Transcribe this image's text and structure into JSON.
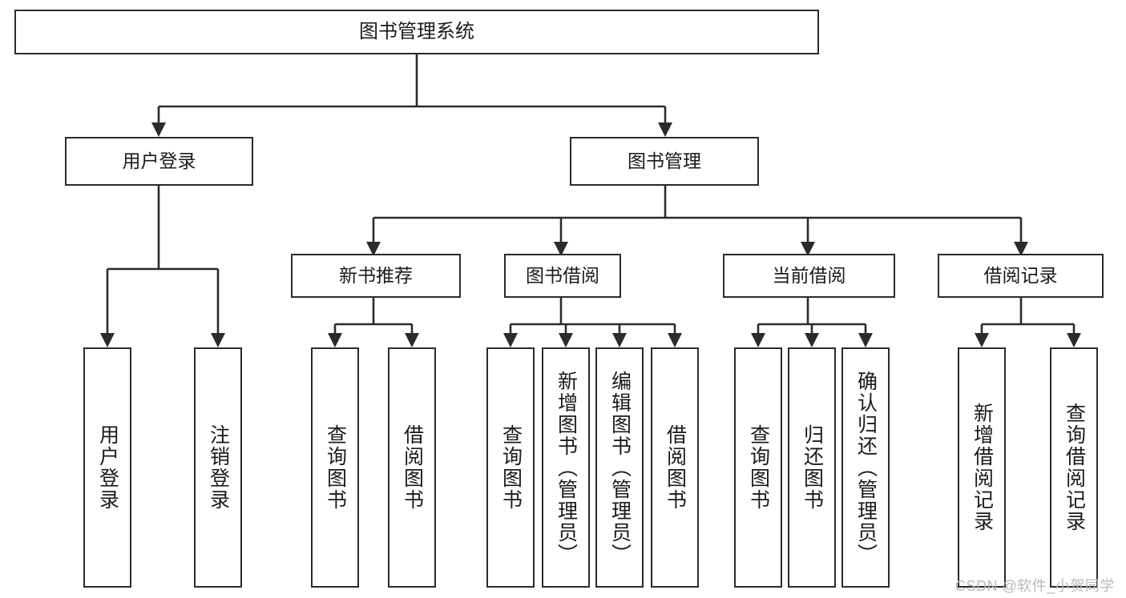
{
  "diagram": {
    "title": "图书管理系统",
    "type": "tree-hierarchy",
    "watermark": "CSDN @软件_小贺同学",
    "colors": {
      "stroke": "#2b2b2b",
      "fill": "#ffffff",
      "text": "#1a1a1a",
      "watermark": "#b9b9b9",
      "background": "#ffffff"
    },
    "nodes": {
      "root": {
        "label": "图书管理系统"
      },
      "level2": [
        {
          "id": "user-login",
          "label": "用户登录"
        },
        {
          "id": "book-manage",
          "label": "图书管理"
        }
      ],
      "level3": [
        {
          "id": "new-book-recommend",
          "label": "新书推荐"
        },
        {
          "id": "book-borrow",
          "label": "图书借阅"
        },
        {
          "id": "current-borrow",
          "label": "当前借阅"
        },
        {
          "id": "borrow-record",
          "label": "借阅记录"
        }
      ],
      "leaves": {
        "user-login": [
          {
            "id": "leaf-user-login",
            "label": "用户登录"
          },
          {
            "id": "leaf-logout",
            "label": "注销登录"
          }
        ],
        "new-book-recommend": [
          {
            "id": "leaf-query-book-1",
            "label": "查询图书"
          },
          {
            "id": "leaf-borrow-book-1",
            "label": "借阅图书"
          }
        ],
        "book-borrow": [
          {
            "id": "leaf-query-book-2",
            "label": "查询图书"
          },
          {
            "id": "leaf-add-book",
            "label": "新增图书（管理员）"
          },
          {
            "id": "leaf-edit-book",
            "label": "编辑图书（管理员）"
          },
          {
            "id": "leaf-borrow-book-2",
            "label": "借阅图书"
          }
        ],
        "current-borrow": [
          {
            "id": "leaf-query-book-3",
            "label": "查询图书"
          },
          {
            "id": "leaf-return-book",
            "label": "归还图书"
          },
          {
            "id": "leaf-confirm-return",
            "label": "确认归还（管理员）"
          }
        ],
        "borrow-record": [
          {
            "id": "leaf-add-record",
            "label": "新增借阅记录"
          },
          {
            "id": "leaf-query-record",
            "label": "查询借阅记录"
          }
        ]
      }
    }
  }
}
